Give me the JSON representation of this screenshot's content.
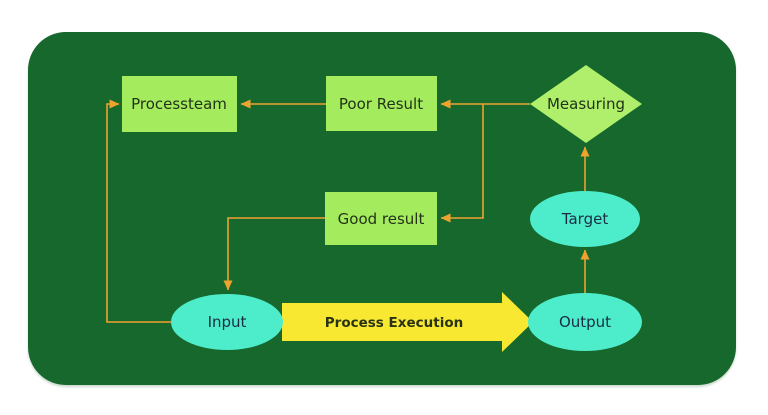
{
  "diagram": {
    "nodes": {
      "processteam": {
        "label": "Processteam",
        "shape": "rectangle"
      },
      "poor_result": {
        "label": "Poor Result",
        "shape": "rectangle"
      },
      "good_result": {
        "label": "Good result",
        "shape": "rectangle"
      },
      "measuring": {
        "label": "Measuring",
        "shape": "diamond"
      },
      "input": {
        "label": "Input",
        "shape": "ellipse"
      },
      "target": {
        "label": "Target",
        "shape": "ellipse"
      },
      "output": {
        "label": "Output",
        "shape": "ellipse"
      }
    },
    "edges": [
      {
        "from": "measuring",
        "to": "poor_result"
      },
      {
        "from": "poor_result",
        "to": "processteam"
      },
      {
        "from": "measuring",
        "to": "good_result"
      },
      {
        "from": "good_result",
        "to": "input"
      },
      {
        "from": "input",
        "to": "processteam"
      },
      {
        "from": "input",
        "to": "output",
        "label": "Process Execution",
        "style": "block-arrow"
      },
      {
        "from": "output",
        "to": "target"
      },
      {
        "from": "target",
        "to": "measuring"
      }
    ]
  },
  "colors": {
    "page_background": "#ffffff",
    "board_background": "#17682c",
    "rect_fill": "#a4eb5e",
    "diamond_fill": "#afef6b",
    "ellipse_fill": "#4dedcb",
    "connector_orange": "#efa22e",
    "block_arrow_yellow": "#f9e832",
    "rect_label_color": "#233318",
    "ellipse_label_color": "#1a2c44",
    "block_arrow_label_color": "#283214"
  }
}
